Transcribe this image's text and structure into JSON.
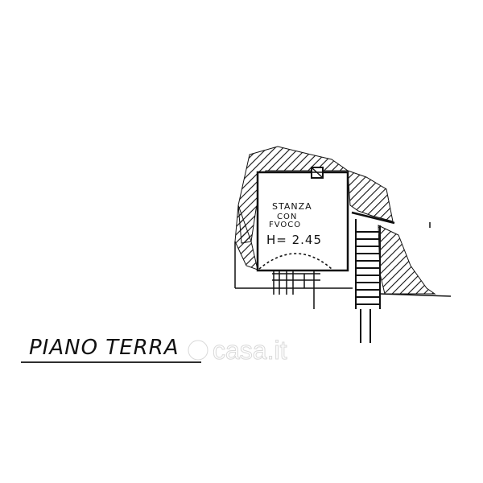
{
  "room": {
    "line1": "STANZA",
    "line2": "CON",
    "line3": "FVOCO",
    "height": "H= 2.45"
  },
  "floor_label": "PIANO TERRA",
  "watermark": "casa.it",
  "colors": {
    "ink": "#111111",
    "paper": "#ffffff",
    "watermark": "#d9d9d9"
  }
}
